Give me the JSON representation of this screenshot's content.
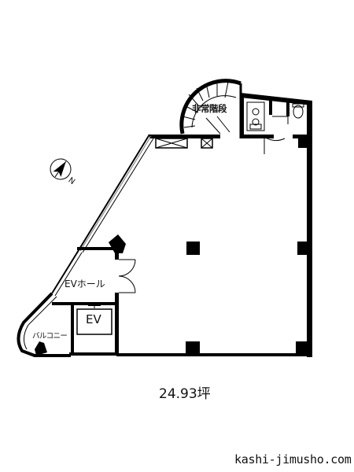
{
  "floor_plan": {
    "rooms": {
      "emergency_stairs": "非常階段",
      "ev_hall": "EVホール",
      "elevator": "EV",
      "balcony": "バルコニー"
    },
    "area": "24.93坪",
    "compass": {
      "direction_label": "N",
      "icon": "compass-icon"
    },
    "watermark": "kashi-jimusho.com",
    "colors": {
      "wall": "#000000",
      "background": "#ffffff",
      "window": "#555555"
    }
  }
}
